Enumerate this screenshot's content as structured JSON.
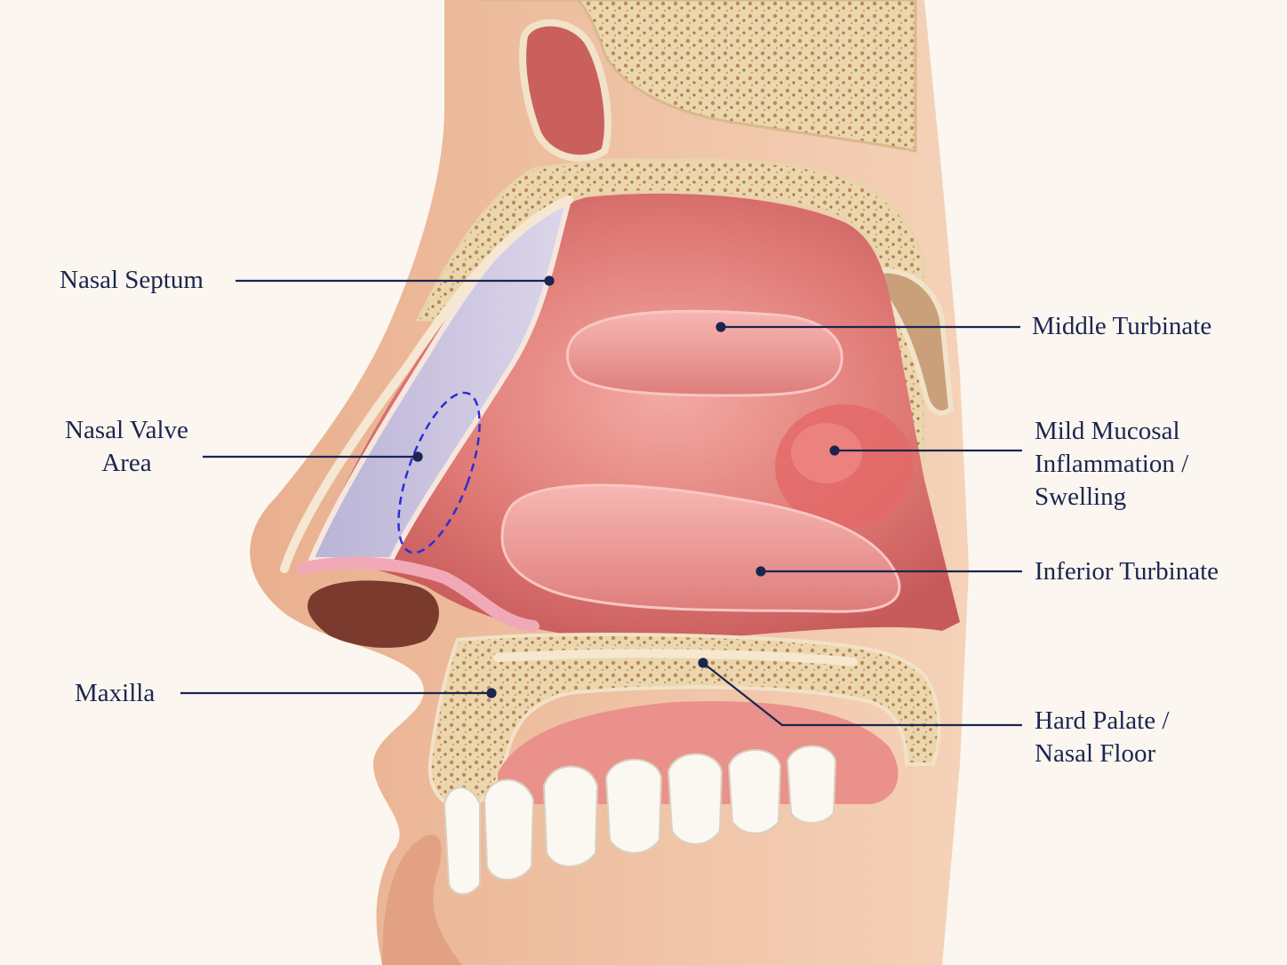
{
  "labels": {
    "nasal_septum": [
      "Nasal Septum"
    ],
    "nasal_valve_area": [
      "Nasal Valve",
      "Area"
    ],
    "maxilla": [
      "Maxilla"
    ],
    "middle_turbinate": [
      "Middle Turbinate"
    ],
    "mucosal_inflammation": [
      "Mild Mucosal",
      "Inflammation /",
      "Swelling"
    ],
    "inferior_turbinate": [
      "Inferior Turbinate"
    ],
    "hard_palate": [
      "Hard Palate /",
      "Nasal Floor"
    ]
  },
  "colors": {
    "background": "#fbf7f0",
    "skin": "#f0c4a3",
    "bone": "#ecd9b5",
    "mucosa": "#e58a86",
    "turbinate": "#ef9c9a",
    "septum": "#c9c2dc",
    "leader": "#1b2550",
    "valve_outline": "#2b2fd6"
  }
}
